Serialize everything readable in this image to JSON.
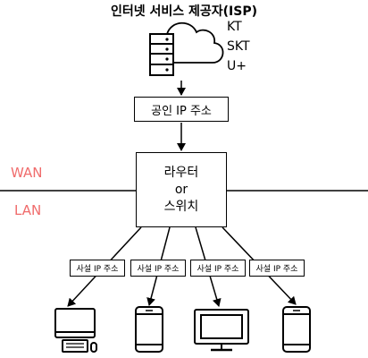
{
  "title": "인터넷 서비스 제공자(ISP)",
  "isp_list": [
    "KT",
    "SKT",
    "U+"
  ],
  "public_ip_label": "공인 IP 주소",
  "router": {
    "line1": "라우터",
    "line2": "or",
    "line3": "스위치"
  },
  "network_labels": {
    "wan": "WAN",
    "lan": "LAN"
  },
  "private_ip_labels": [
    "사설 IP 주소",
    "사설 IP 주소",
    "사설 IP 주소",
    "사설 IP 주소"
  ],
  "devices": [
    "desktop-computer-icon",
    "smartphone-icon",
    "monitor-icon",
    "smartphone-icon"
  ],
  "colors": {
    "network_label": "#f06b6b",
    "line": "#000000"
  }
}
